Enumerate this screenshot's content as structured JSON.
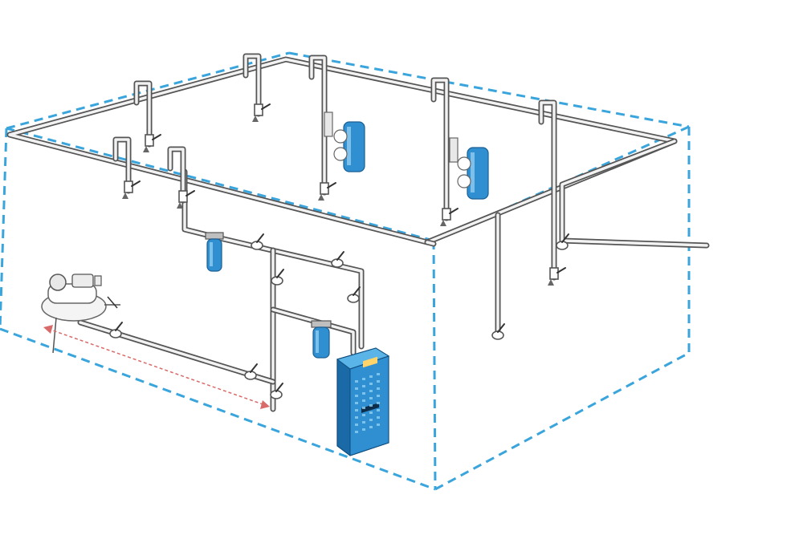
{
  "diagram": {
    "annotation_text": "",
    "colors": {
      "room_outline": "#3aa5dc",
      "pipe_outline": "#555555",
      "pipe_fill": "#f2f2f2",
      "equipment_blue": "#2f8fd0",
      "equipment_dark": "#1a6aa8",
      "distance_marker": "#d86a6a",
      "background": "#ffffff"
    },
    "components": [
      "air-compressor",
      "main-line-filter",
      "secondary-filter",
      "refrigerated-air-dryer",
      "point-of-use-filter-unit",
      "drop-leg-valve",
      "ring-main-pipe"
    ]
  }
}
